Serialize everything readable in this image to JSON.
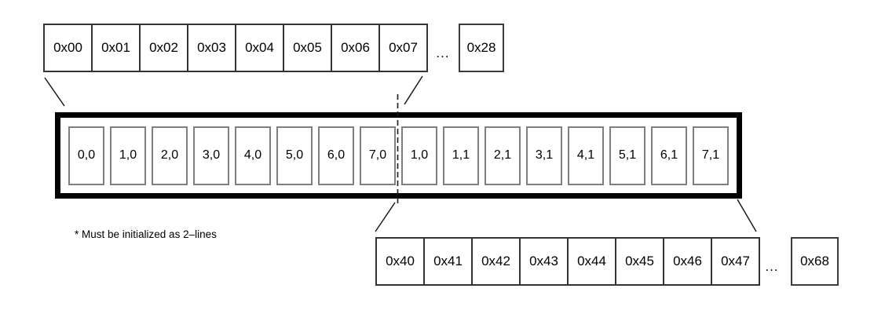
{
  "top_strip": {
    "cells": [
      "0x00",
      "0x01",
      "0x02",
      "0x03",
      "0x04",
      "0x05",
      "0x06",
      "0x07"
    ],
    "ellipsis": "...",
    "tail_cell": "0x28"
  },
  "cache_line": {
    "line0_cells": [
      "0,0",
      "1,0",
      "2,0",
      "3,0",
      "4,0",
      "5,0",
      "6,0",
      "7,0"
    ],
    "line1_cells": [
      "1,0",
      "1,1",
      "2,1",
      "3,1",
      "4,1",
      "5,1",
      "6,1",
      "7,1"
    ]
  },
  "bottom_strip": {
    "cells": [
      "0x40",
      "0x41",
      "0x42",
      "0x43",
      "0x44",
      "0x45",
      "0x46",
      "0x47"
    ],
    "ellipsis": "...",
    "tail_cell": "0x68"
  },
  "note": "* Must be initialized as 2–lines",
  "colors": {
    "background": "#ffffff",
    "container_border": "#000000",
    "strip_cell_border": "#333333",
    "cache_cell_border": "#7f7f7f",
    "connector_line": "#1a1a1a",
    "text": "#000000"
  }
}
